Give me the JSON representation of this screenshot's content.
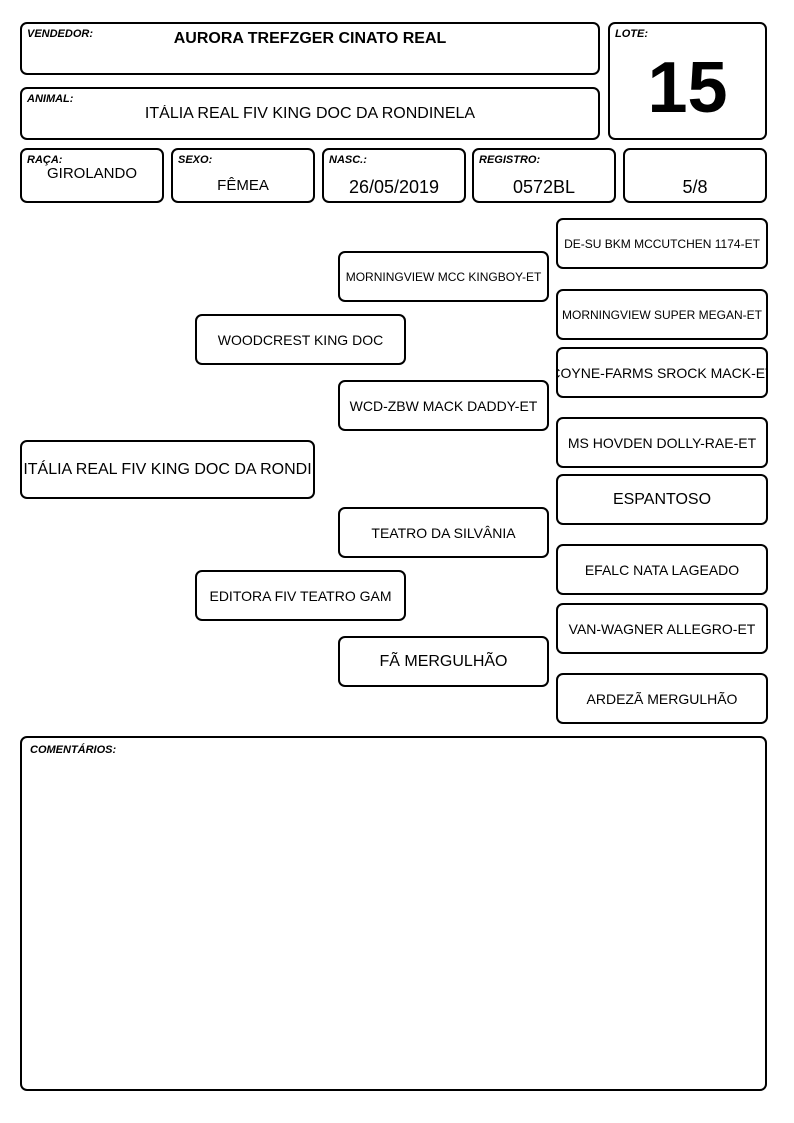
{
  "header": {
    "vendedor_label": "VENDEDOR:",
    "vendedor": "AURORA TREFZGER CINATO REAL",
    "lote_label": "LOTE:",
    "lote": "15",
    "animal_label": "ANIMAL:",
    "animal": "ITÁLIA REAL FIV KING DOC DA RONDINELA"
  },
  "info": {
    "raca_label": "RAÇA:",
    "raca": "GIROLANDO",
    "sexo_label": "SEXO:",
    "sexo": "FÊMEA",
    "nasc_label": "NASC.:",
    "nasc": "26/05/2019",
    "registro_label": "REGISTRO:",
    "registro": "0572BL",
    "grau": "5/8"
  },
  "pedigree": {
    "animal": "ITÁLIA REAL FIV KING DOC DA RONDI",
    "sire": "WOODCREST KING DOC",
    "dam": "EDITORA FIV TEATRO GAM",
    "sire_sire": "MORNINGVIEW MCC KINGBOY-ET",
    "sire_dam": "WCD-ZBW MACK DADDY-ET",
    "dam_sire": "TEATRO DA SILVÂNIA",
    "dam_dam": "FÃ MERGULHÃO",
    "ss_sire": "DE-SU BKM MCCUTCHEN 1174-ET",
    "ss_dam": "MORNINGVIEW SUPER MEGAN-ET",
    "sd_sire": "COYNE-FARMS SROCK MACK-ET",
    "sd_dam": "MS HOVDEN DOLLY-RAE-ET",
    "ds_sire": "ESPANTOSO",
    "ds_dam": "EFALC NATA LAGEADO",
    "dd_sire": "VAN-WAGNER ALLEGRO-ET",
    "dd_dam": "ARDEZÃ MERGULHÃO"
  },
  "comments": {
    "label": "COMENTÁRIOS:",
    "text": ""
  }
}
